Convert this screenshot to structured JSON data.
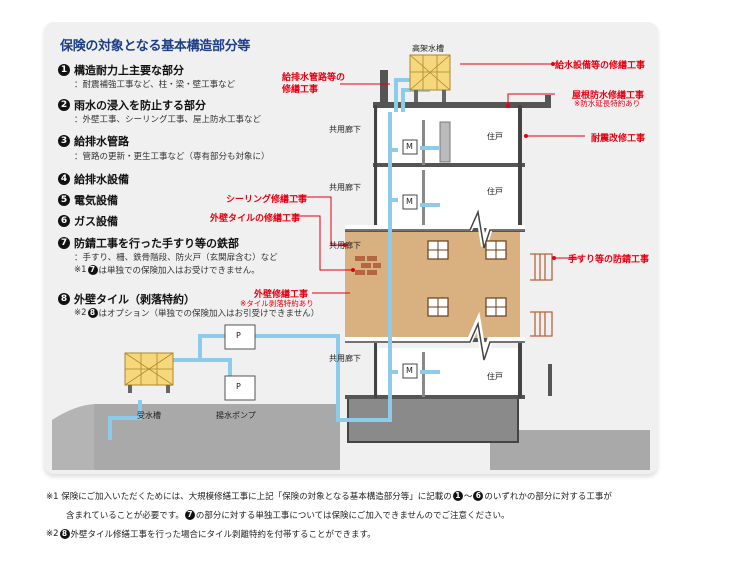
{
  "title": "保険の対象となる基本構造部分等",
  "items": [
    {
      "num": "1",
      "label": "構造耐力上主要な部分",
      "sub": "：耐震補強工事など、柱・梁・壁工事など"
    },
    {
      "num": "2",
      "label": "雨水の浸入を防止する部分",
      "sub": "：外壁工事、シーリング工事、屋上防水工事など"
    },
    {
      "num": "3",
      "label": "給排水管路",
      "sub": "：管路の更新・更生工事など（専有部分も対象に）"
    },
    {
      "num": "4",
      "label": "給排水設備"
    },
    {
      "num": "5",
      "label": "電気設備"
    },
    {
      "num": "6",
      "label": "ガス設備"
    },
    {
      "num": "7",
      "label": "防錆工事を行った手すり等の鉄部",
      "sub": "：手すり、柵、鉄骨階段、防火戸（玄関扉含む）など"
    },
    {
      "num": "8",
      "label": "外壁タイル（剥落特約）"
    }
  ],
  "note7": {
    "prefix": "※1",
    "num": "7",
    "text": "は単独での保険加入はお受けできません。"
  },
  "note8": {
    "prefix": "※2",
    "num": "8",
    "text": "はオプション（単独での保険加入はお引受けできません）"
  },
  "labels": {
    "tank_top": "高架水槽",
    "corridor": "共用廊下",
    "unit": "住戸",
    "meter": "M",
    "receiving_tank": "受水槽",
    "pump": "揚水ポンプ",
    "pump_box": "P"
  },
  "callouts": {
    "pipe_repair": "給排水管路等の修繕工事",
    "supply_repair": "給水設備等の修繕工事",
    "roof": "屋根防水修繕工事",
    "roof_note": "※防水延長特約あり",
    "seismic": "耐震改修工事",
    "sealing": "シーリング修繕工事",
    "wall_tile": "外壁タイルの修繕工事",
    "handrail": "手すり等の防錆工事",
    "exterior": "外壁修繕工事",
    "exterior_note": "※タイル剥落特約あり"
  },
  "footnotes": {
    "n1_prefix": "※1 保険にご加入いただくためには、大規模修繕工事に上記「保険の対象となる基本構造部分等」に記載の",
    "n1_a": "1",
    "n1_mid": "〜",
    "n1_b": "6",
    "n1_suffix": "のいずれかの部分に対する工事が",
    "n1_line2_a": "含まれていることが必要です。",
    "n1_line2_num": "7",
    "n1_line2_b": "の部分に対する単独工事については保険にご加入できませんのでご注意ください。",
    "n2_prefix": "※2",
    "n2_num": "8",
    "n2_text": "外壁タイル修繕工事を行った場合にタイル剥離特約を付帯することができます。"
  },
  "colors": {
    "accent_red": "#e60012",
    "title_blue": "#1d3d86",
    "pipe_blue": "#8ccbea",
    "tank_yellow": "#f5d77c",
    "tile_tan": "#d9b07f",
    "ground": "#a9a9a9"
  }
}
